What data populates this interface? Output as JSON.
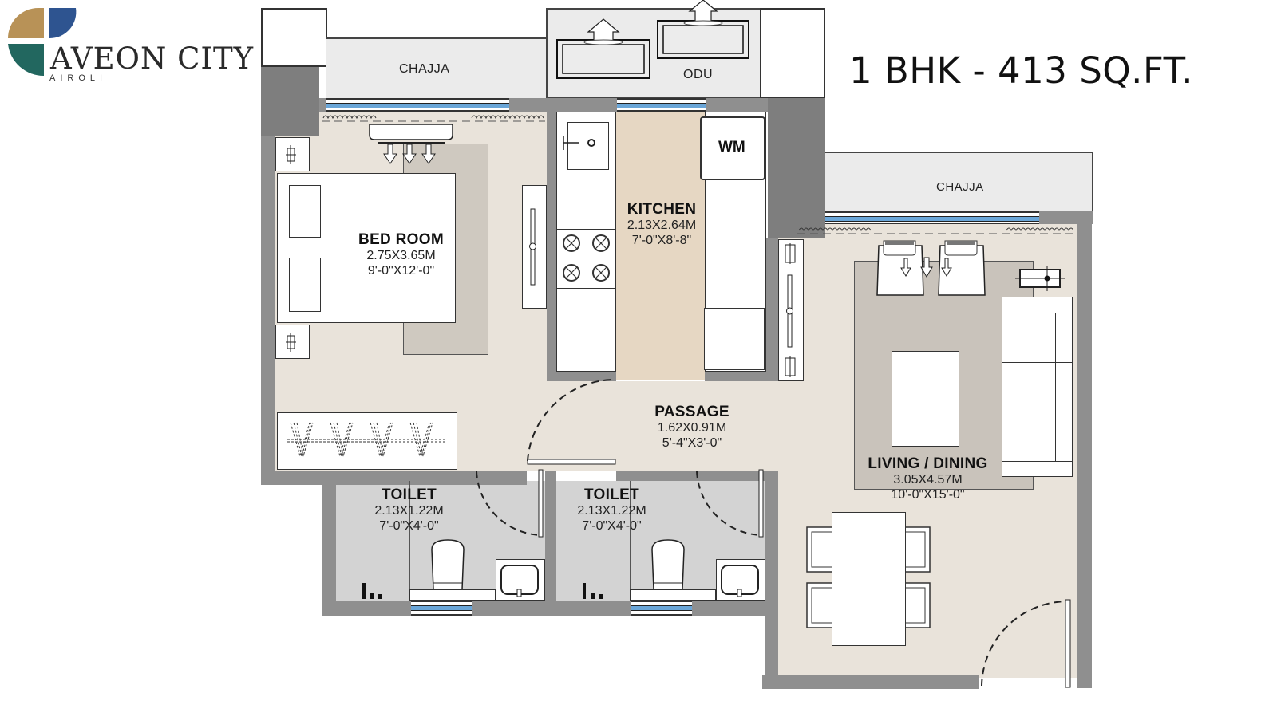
{
  "brand": {
    "name": "AVEON CITY",
    "location": "AIROLI",
    "colors": {
      "gold": "#b89257",
      "blue": "#2e5490",
      "teal": "#22675f"
    }
  },
  "plan": {
    "title": "1 BHK - 413 SQ.FT."
  },
  "rooms": [
    {
      "id": "bedroom",
      "name": "BED ROOM",
      "metric": "2.75X3.65M",
      "imperial": "9'-0\"X12'-0\""
    },
    {
      "id": "kitchen",
      "name": "KITCHEN",
      "metric": "2.13X2.64M",
      "imperial": "7'-0\"X8'-8\""
    },
    {
      "id": "passage",
      "name": "PASSAGE",
      "metric": "1.62X0.91M",
      "imperial": "5'-4\"X3'-0\""
    },
    {
      "id": "toilet1",
      "name": "TOILET",
      "metric": "2.13X1.22M",
      "imperial": "7'-0\"X4'-0\""
    },
    {
      "id": "toilet2",
      "name": "TOILET",
      "metric": "2.13X1.22M",
      "imperial": "7'-0\"X4'-0\""
    },
    {
      "id": "living",
      "name": "LIVING / DINING",
      "metric": "3.05X4.57M",
      "imperial": "10'-0\"X15'-0\""
    }
  ],
  "annotations": {
    "chajja_top": "CHAJJA",
    "odu": "ODU",
    "chajja_right": "CHAJJA",
    "washing_machine": "WM"
  },
  "colors": {
    "wall": "#8f8f8f",
    "floor": "#e9e3da",
    "kitchen_floor": "#e6d7c3",
    "toilet_floor": "#d3d3d3",
    "window_glass": "#6aa6d8",
    "chajja": "#ebebeb"
  }
}
